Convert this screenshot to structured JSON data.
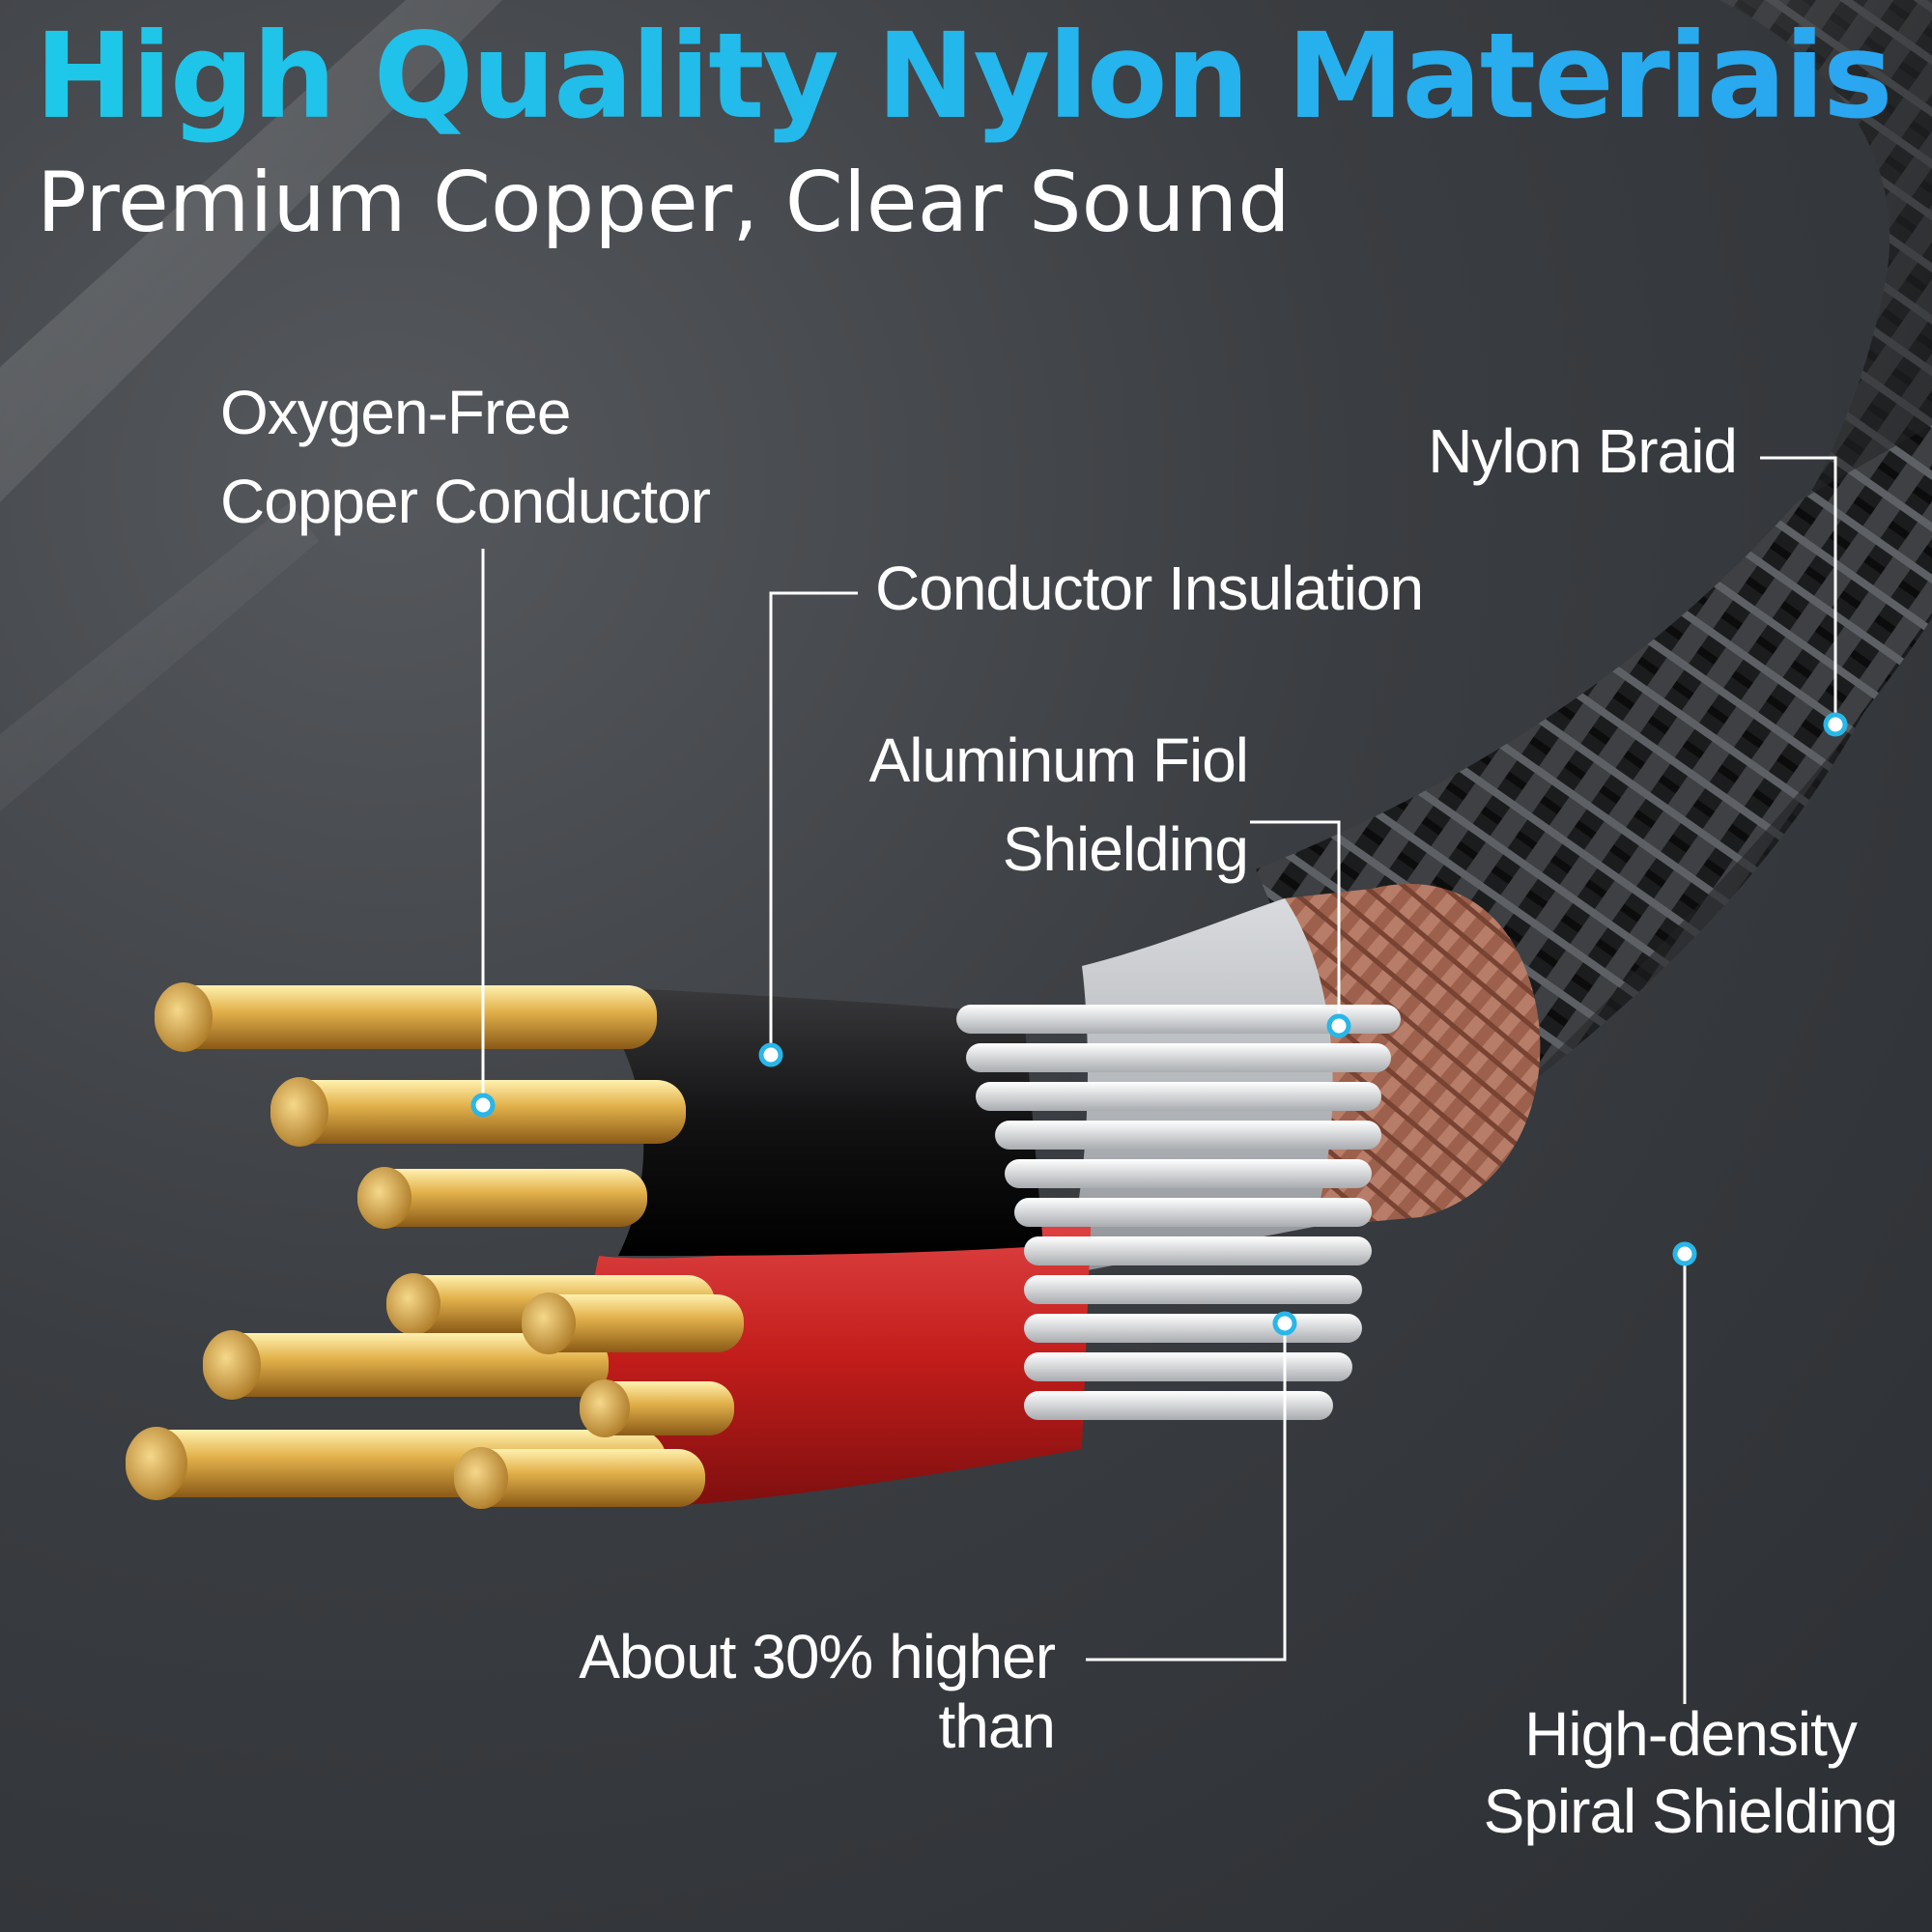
{
  "headline": "High Quality Nylon Materiais",
  "subheadline": "Premium Copper, Clear Sound",
  "callouts": {
    "oxygen_free": [
      "Oxygen-Free",
      "Copper Conductor"
    ],
    "conductor_insulation": "Conductor Insulation",
    "aluminum_foil": [
      "Aluminum Fiol",
      "Shielding"
    ],
    "nylon_braid": "Nylon Braid",
    "higher": [
      "About 30% higher",
      "than"
    ],
    "spiral": [
      "High-density",
      "Spiral Shielding"
    ]
  },
  "colors": {
    "headline_start": "#1ec8e8",
    "headline_end": "#2aa6f0",
    "callout_dot": "#29b6e8",
    "copper": "#d9a441",
    "red_sheath": "#c8201e",
    "black_sheath": "#141414",
    "foil": "#c9ccd0",
    "braid_shield": "#c98266"
  }
}
